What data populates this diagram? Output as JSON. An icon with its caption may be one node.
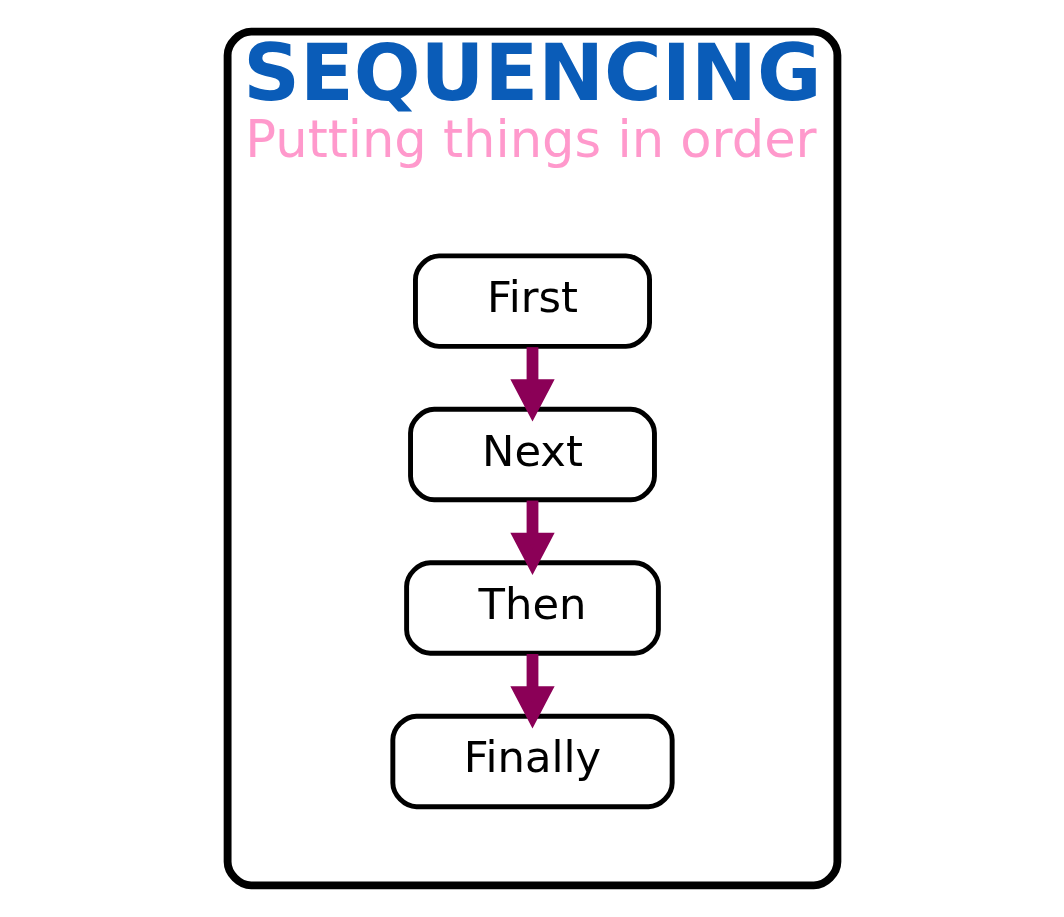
{
  "diagram": {
    "nodes": [
      {
        "text": [
          "SEQUENCING",
          "Putting things in order"
        ]
      },
      {
        "text": [
          "First"
        ],
        "in": 0
      },
      {
        "text": [
          "Next"
        ],
        "in": 0
      },
      {
        "text": [
          "Then"
        ],
        "in": 0
      },
      {
        "text": [
          "Finally"
        ],
        "in": 0
      }
    ],
    "edges": [
      {
        "from": 1,
        "to": 2,
        "arrow": "to"
      },
      {
        "from": 2,
        "to": 3,
        "arrow": "to"
      },
      {
        "from": 3,
        "to": 4,
        "arrow": "to"
      }
    ]
  }
}
